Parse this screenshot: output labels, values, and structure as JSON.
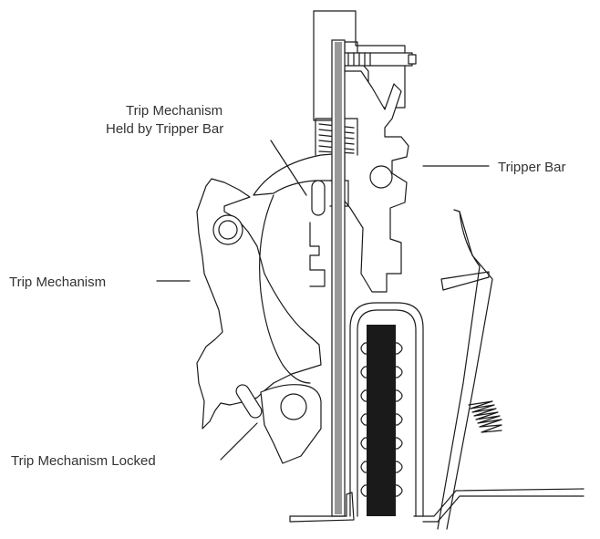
{
  "labels": {
    "held_line1": "Trip Mechanism",
    "held_line2": "Held by Tripper Bar",
    "tripper_bar": "Tripper Bar",
    "trip_mechanism": "Trip Mechanism",
    "locked": "Trip Mechanism Locked"
  },
  "colors": {
    "line": "#1a1a1a",
    "bimetal": "#999999",
    "coil_core": "#1a1a1a",
    "text": "#333333"
  }
}
